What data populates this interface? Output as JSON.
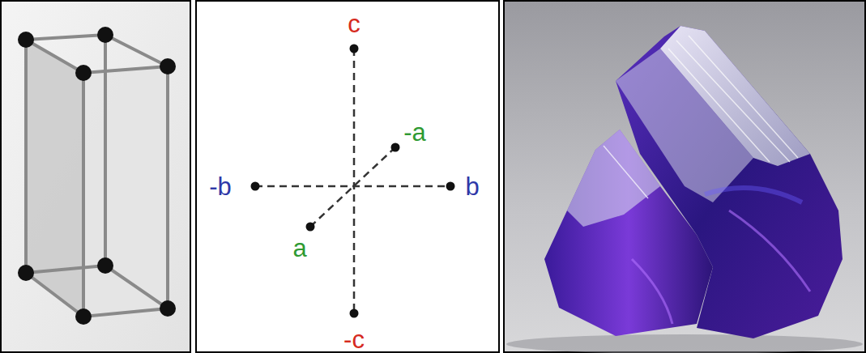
{
  "diagram": {
    "labels": [
      "c",
      "-a",
      "-b",
      "b",
      "a",
      "-c"
    ]
  }
}
